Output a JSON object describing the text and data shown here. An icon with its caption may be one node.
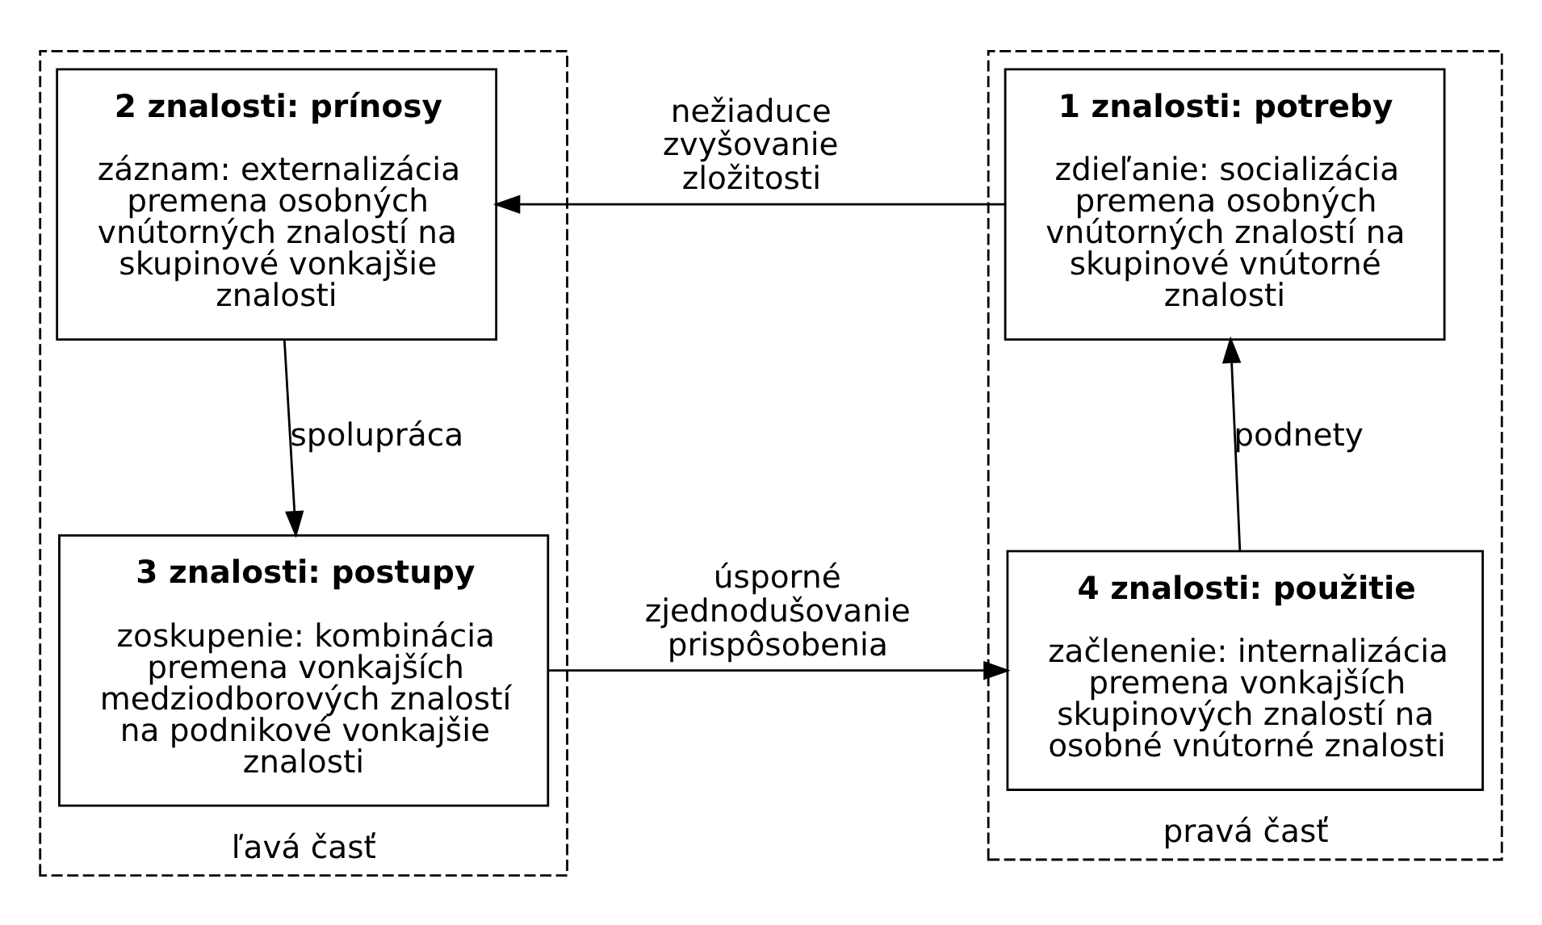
{
  "diagram": {
    "nodes": [
      {
        "text": [
          "ľavá časť"
        ]
      },
      {
        "text": [
          "2 znalosti: prínosy",
          "záznam: externalizácia premena osobných vnútorných znalostí na skupinové vonkajšie znalosti"
        ],
        "in": 0
      },
      {
        "text": [
          "3 znalosti: postupy",
          "zoskupenie: kombinácia premena vonkajších medziodborových znalostí na podnikové vonkajšie znalosti"
        ],
        "in": 0
      },
      {
        "text": [
          "pravá časť"
        ]
      },
      {
        "text": [
          "1 znalosti: potreby",
          "zdieľanie: socializácia premena osobných vnútorných znalostí na skupinové vnútorné znalosti"
        ],
        "in": 3
      },
      {
        "text": [
          "4 znalosti: použitie",
          "začlenenie: internalizácia premena vonkajších skupinových znalostí na osobné vnútorné znalosti"
        ],
        "in": 3
      }
    ],
    "edges": [
      {
        "from": 4,
        "to": 1,
        "arrow": "to",
        "label": "nežiaduce zvyšovanie zložitosti"
      },
      {
        "from": 1,
        "to": 2,
        "arrow": "to",
        "label": "spolupráca"
      },
      {
        "from": 2,
        "to": 5,
        "arrow": "to",
        "label": "úsporné zjednodušovanie prispôsobenia"
      },
      {
        "from": 5,
        "to": 4,
        "arrow": "to",
        "label": "podnety"
      }
    ]
  }
}
